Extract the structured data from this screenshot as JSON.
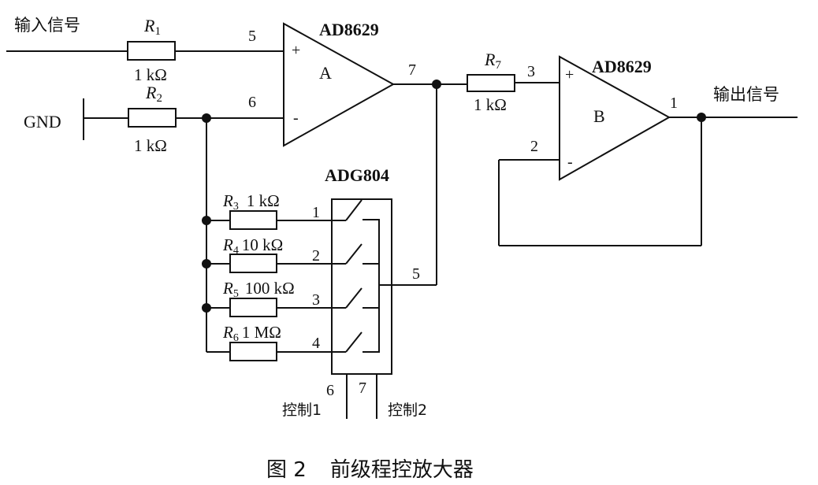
{
  "figure": {
    "caption_number": "图 2",
    "caption_title": "前级程控放大器"
  },
  "signals": {
    "input": "输入信号",
    "output": "输出信号",
    "ground": "GND",
    "control1": "控制1",
    "control2": "控制2"
  },
  "opamps": [
    {
      "part": "AD8629",
      "label": "A",
      "plus": "+",
      "minus": "-",
      "pin_plus": "5",
      "pin_minus": "6",
      "pin_out": "7"
    },
    {
      "part": "AD8629",
      "label": "B",
      "plus": "+",
      "minus": "-",
      "pin_plus": "3",
      "pin_minus": "2",
      "pin_out": "1"
    }
  ],
  "switch": {
    "part": "ADG804",
    "pins": [
      "1",
      "2",
      "3",
      "4"
    ],
    "common_pin": "5",
    "control_pins": [
      "6",
      "7"
    ]
  },
  "resistors": [
    {
      "name": "R",
      "sub": "1",
      "value": "1 kΩ"
    },
    {
      "name": "R",
      "sub": "2",
      "value": "1 kΩ"
    },
    {
      "name": "R",
      "sub": "3",
      "value": "1 kΩ"
    },
    {
      "name": "R",
      "sub": "4",
      "value": "10 kΩ"
    },
    {
      "name": "R",
      "sub": "5",
      "value": "100 kΩ"
    },
    {
      "name": "R",
      "sub": "6",
      "value": "1 MΩ"
    },
    {
      "name": "R",
      "sub": "7",
      "value": "1 kΩ"
    }
  ]
}
